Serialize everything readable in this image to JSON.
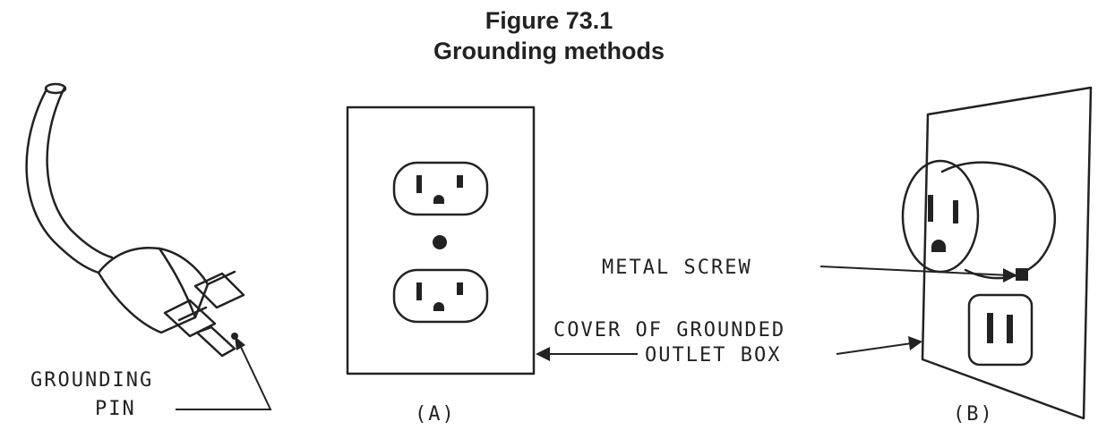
{
  "figure": {
    "title": "Figure 73.1",
    "subtitle": "Grounding methods"
  },
  "labels": {
    "grounding_pin_line1": "GROUNDING",
    "grounding_pin_line2": "PIN",
    "metal_screw": "METAL SCREW",
    "cover_line1": "COVER OF GROUNDED",
    "cover_line2": "OUTLET BOX",
    "panel_a": "(A)",
    "panel_b": "(B)"
  }
}
